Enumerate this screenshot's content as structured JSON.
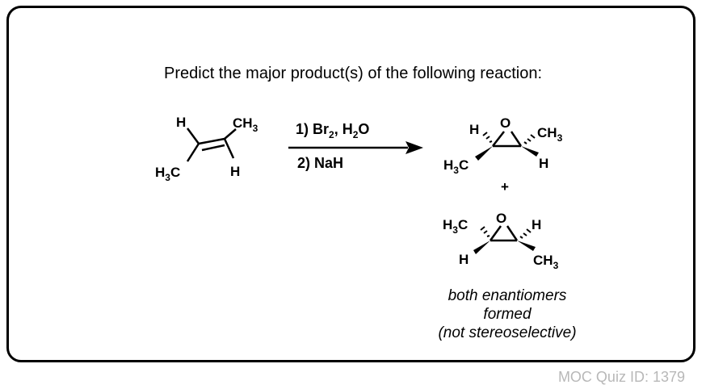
{
  "question": "Predict the major product(s) of the following reaction:",
  "reactant": {
    "h_top": "H",
    "ch3_top": "CH",
    "ch3_top_sub": "3",
    "h3c_bottom": "H",
    "h3c_bottom_sub": "3",
    "h3c_bottom_c": "C",
    "h_bottom": "H"
  },
  "reagents": {
    "step1_prefix": "1) Br",
    "step1_sub1": "2",
    "step1_mid": ", H",
    "step1_sub2": "2",
    "step1_suffix": "O",
    "step2": "2) NaH"
  },
  "product1": {
    "h_left": "H",
    "oxygen": "O",
    "ch3_right": "CH",
    "ch3_right_sub": "3",
    "h3c_left": "H",
    "h3c_left_sub": "3",
    "h3c_left_c": "C",
    "h_right": "H"
  },
  "plus": "+",
  "product2": {
    "h3c_left": "H",
    "h3c_left_sub": "3",
    "h3c_left_c": "C",
    "oxygen": "O",
    "h_right": "H",
    "h_left": "H",
    "ch3_right": "CH",
    "ch3_right_sub": "3"
  },
  "note": {
    "line1": "both enantiomers",
    "line2": "formed",
    "line3": "(not stereoselective)"
  },
  "quiz_id": "MOC Quiz ID: 1379"
}
